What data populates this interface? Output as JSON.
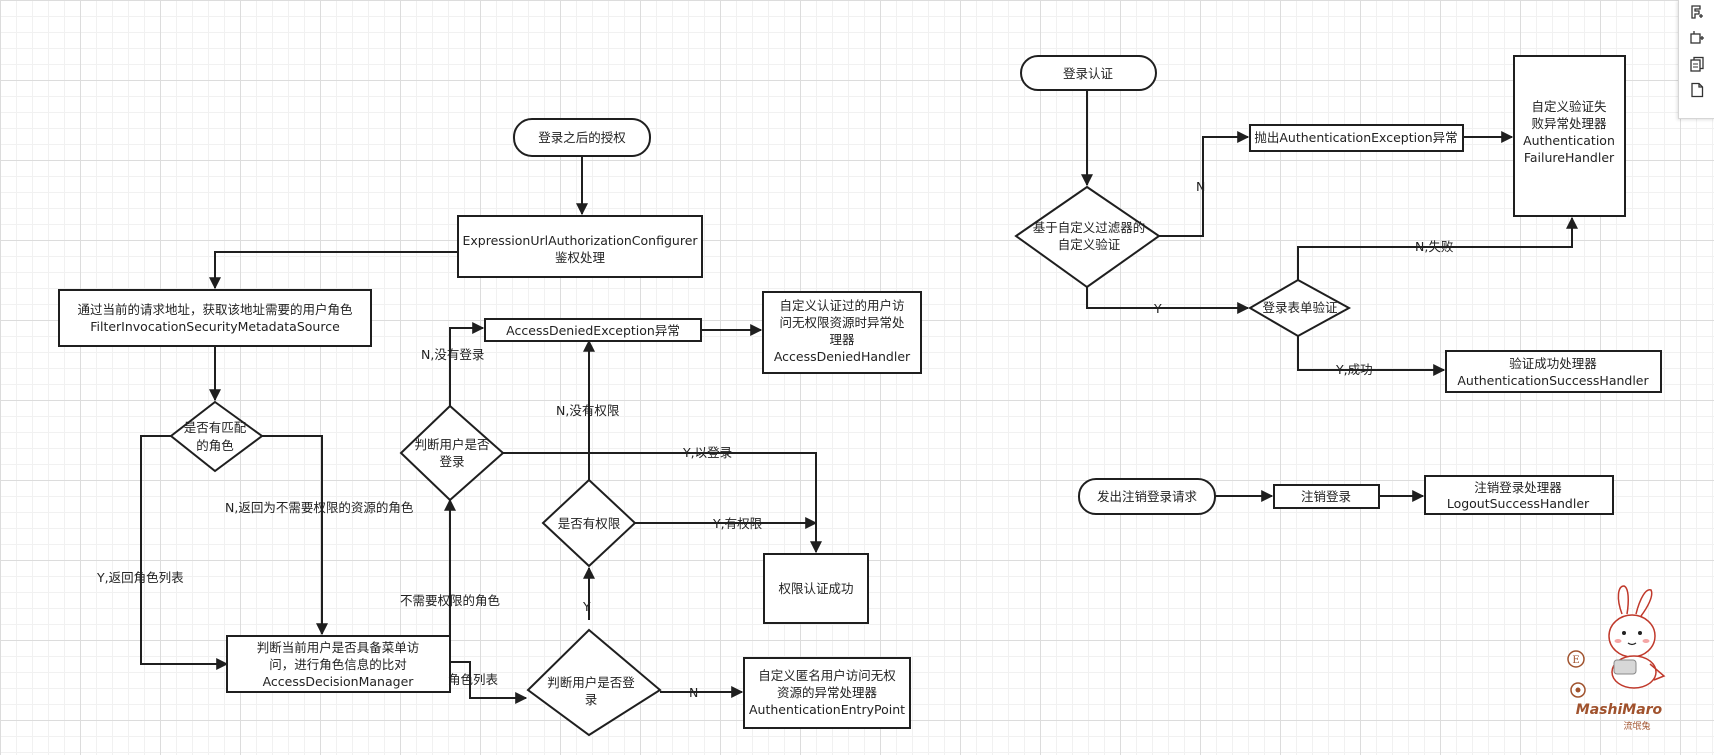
{
  "nodes": {
    "login_after_auth": "登录之后的授权",
    "expr_config": [
      "ExpressionUrlAuthorizationConfigurer",
      "鉴权处理"
    ],
    "get_roles": [
      "通过当前的请求地址，获取该地址需要的用户角色",
      "FilterInvocationSecurityMetadataSource"
    ],
    "has_match_role": [
      "是否有匹配",
      "的角色"
    ],
    "access_denied_exc": "AccessDeniedException异常",
    "access_denied_handler": [
      "自定义认证过的用户访",
      "问无权限资源时异常处",
      "理器",
      "AccessDeniedHandler"
    ],
    "is_logged_in_1": [
      "判断用户是否",
      "登录"
    ],
    "has_permission": "是否有权限",
    "auth_success": "权限认证成功",
    "decision_manager": [
      "判断当前用户是否具备菜单访",
      "问，进行角色信息的比对",
      "AccessDecisionManager"
    ],
    "is_logged_in_2": [
      "判断用户是否登",
      "录"
    ],
    "entry_point": [
      "自定义匿名用户访问无权",
      "资源的异常处理器",
      "AuthenticationEntryPoint"
    ],
    "login_auth": "登录认证",
    "custom_filter": [
      "基于自定义过滤器的",
      "自定义验证"
    ],
    "throw_auth_exc": "抛出AuthenticationException异常",
    "failure_handler": [
      "自定义验证失",
      "败异常处理器",
      "Authentication",
      "FailureHandler"
    ],
    "form_validate": "登录表单验证",
    "success_handler": [
      "验证成功处理器",
      "AuthenticationSuccessHandler"
    ],
    "logout_request": "发出注销登录请求",
    "logout": "注销登录",
    "logout_handler": [
      "注销登录处理器",
      "LogoutSuccessHandler"
    ]
  },
  "edge_labels": {
    "n_no_login": "N,没有登录",
    "n_no_permission": "N,没有权限",
    "y_logged": "Y,以登录",
    "y_has_permission": "Y,有权限",
    "n_return_no_perm": "N,返回为不需要权限的资源的角色",
    "y_return_roles": "Y,返回角色列表",
    "no_perm_role": "不需要权限的角色",
    "role_list": "角色列表",
    "y": "Y",
    "n": "N",
    "auth_n": "N",
    "auth_y": "Y",
    "n_fail": "N,失败",
    "y_success": "Y,成功"
  },
  "watermark": {
    "brand": "MashiMaro",
    "sub": "流氓兔"
  },
  "toolbar": {
    "icons": [
      "format-icon",
      "layout-icon",
      "copy-page-icon",
      "blank-page-icon"
    ]
  },
  "colors": {
    "line": "#1f1f1f",
    "grid": "#dcdcdc",
    "watermark": "#a0522d"
  }
}
